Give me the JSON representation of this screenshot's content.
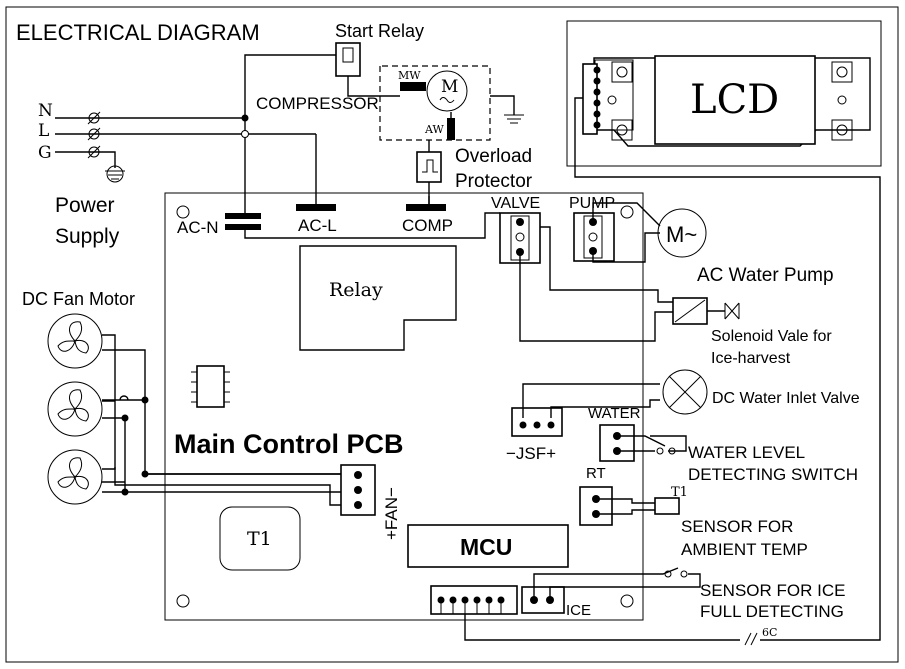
{
  "title": "ELECTRICAL DIAGRAM",
  "top": {
    "start_relay": "Start Relay",
    "compressor": "COMPRESSOR",
    "mw": "MW",
    "aw": "AW",
    "motor": "M",
    "overload_line1": "Overload",
    "overload_line2": "Protector",
    "lcd": "LCD"
  },
  "power": {
    "n": "N",
    "l": "L",
    "g": "G",
    "label_line1": "Power",
    "label_line2": "Supply"
  },
  "pcb": {
    "title": "Main Control PCB",
    "ac_n": "AC-N",
    "ac_l": "AC-L",
    "comp": "COMP",
    "relay": "Relay",
    "valve": "VALVE",
    "pump": "PUMP",
    "jsf": "−JSF+",
    "water": "WATER",
    "rt": "RT",
    "fan": "+FAN−",
    "t1": "T1",
    "mcu": "MCU",
    "ice": "ICE"
  },
  "components": {
    "dc_fan_motor": "DC Fan Motor",
    "ac_water_pump": "AC Water Pump",
    "pump_motor": "M~",
    "solenoid_line1": "Solenoid Vale for",
    "solenoid_line2": "Ice-harvest",
    "dc_water_inlet_valve": "DC Water Inlet Valve",
    "water_level_line1": "WATER LEVEL",
    "water_level_line2": "DETECTING SWITCH",
    "ambient_t1": "T1",
    "ambient_line1": "SENSOR FOR",
    "ambient_line2": "AMBIENT TEMP",
    "ice_line1": "SENSOR FOR ICE",
    "ice_line2": "FULL DETECTING",
    "cable_6c": "6C"
  }
}
